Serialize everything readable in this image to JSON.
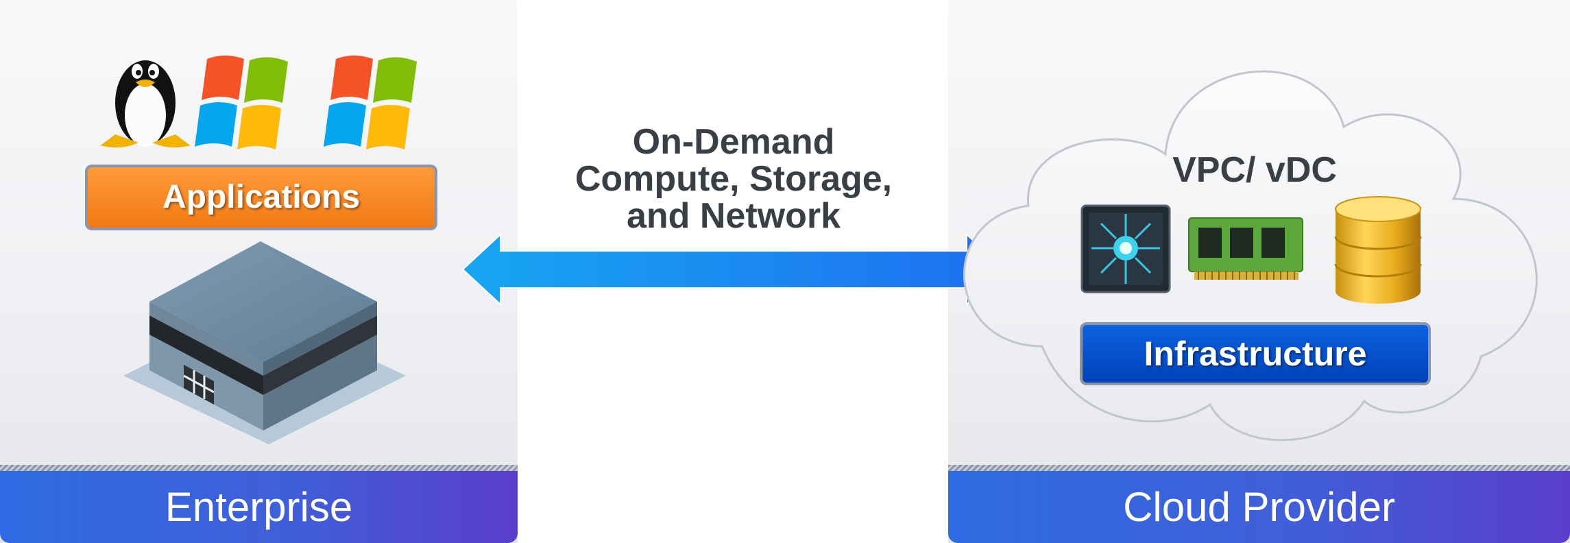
{
  "enterprise": {
    "footer_label": "Enterprise",
    "applications_label": "Applications",
    "os_icons": [
      "linux-tux-icon",
      "windows-logo-icon",
      "windows-logo-icon"
    ],
    "building_icon": "office-building-icon"
  },
  "connection": {
    "lines": [
      "On-Demand",
      "Compute, Storage,",
      "and Network"
    ],
    "arrow": "bidirectional-arrow"
  },
  "cloud_provider": {
    "footer_label": "Cloud Provider",
    "cloud_title": "VPC/ vDC",
    "infrastructure_label": "Infrastructure",
    "resource_icons": [
      "cpu-chip-icon",
      "memory-module-icon",
      "database-icon"
    ]
  },
  "colors": {
    "applications": "#f27a14",
    "infrastructure": "#0041b8",
    "arrow": "#1e88f0",
    "footer_start": "#2e6be2",
    "footer_end": "#5a3ec9",
    "text_dark": "#3a3f46"
  }
}
